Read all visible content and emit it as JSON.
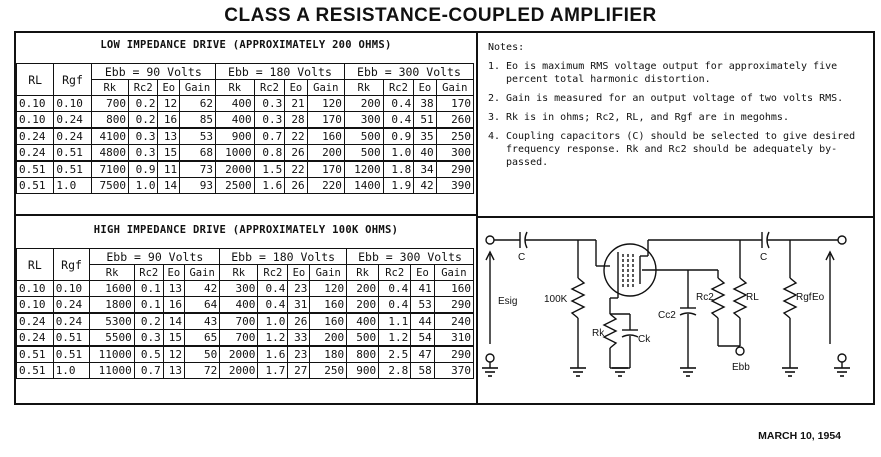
{
  "title": "CLASS A RESISTANCE-COUPLED AMPLIFIER",
  "date": "MARCH 10, 1954",
  "headers": {
    "rl": "RL",
    "rgf": "Rgf",
    "groups": [
      "Ebb = 90 Volts",
      "Ebb = 180 Volts",
      "Ebb = 300 Volts"
    ],
    "sub": [
      "Rk",
      "Rc2",
      "Eo",
      "Gain"
    ]
  },
  "low": {
    "caption": "LOW IMPEDANCE DRIVE (APPROXIMATELY 200 OHMS)",
    "rows": [
      [
        "0.10",
        "0.10",
        "700",
        "0.2",
        "12",
        "62",
        "400",
        "0.3",
        "21",
        "120",
        "200",
        "0.4",
        "38",
        "170"
      ],
      [
        "0.10",
        "0.24",
        "800",
        "0.2",
        "16",
        "85",
        "400",
        "0.3",
        "28",
        "170",
        "300",
        "0.4",
        "51",
        "260"
      ],
      [
        "0.24",
        "0.24",
        "4100",
        "0.3",
        "13",
        "53",
        "900",
        "0.7",
        "22",
        "160",
        "500",
        "0.9",
        "35",
        "250"
      ],
      [
        "0.24",
        "0.51",
        "4800",
        "0.3",
        "15",
        "68",
        "1000",
        "0.8",
        "26",
        "200",
        "500",
        "1.0",
        "40",
        "300"
      ],
      [
        "0.51",
        "0.51",
        "7100",
        "0.9",
        "11",
        "73",
        "2000",
        "1.5",
        "22",
        "170",
        "1200",
        "1.8",
        "34",
        "290"
      ],
      [
        "0.51",
        "1.0",
        "7500",
        "1.0",
        "14",
        "93",
        "2500",
        "1.6",
        "26",
        "220",
        "1400",
        "1.9",
        "42",
        "390"
      ]
    ]
  },
  "high": {
    "caption": "HIGH IMPEDANCE DRIVE (APPROXIMATELY 100K OHMS)",
    "rows": [
      [
        "0.10",
        "0.10",
        "1600",
        "0.1",
        "13",
        "42",
        "300",
        "0.4",
        "23",
        "120",
        "200",
        "0.4",
        "41",
        "160"
      ],
      [
        "0.10",
        "0.24",
        "1800",
        "0.1",
        "16",
        "64",
        "400",
        "0.4",
        "31",
        "160",
        "200",
        "0.4",
        "53",
        "290"
      ],
      [
        "0.24",
        "0.24",
        "5300",
        "0.2",
        "14",
        "43",
        "700",
        "1.0",
        "26",
        "160",
        "400",
        "1.1",
        "44",
        "240"
      ],
      [
        "0.24",
        "0.51",
        "5500",
        "0.3",
        "15",
        "65",
        "700",
        "1.2",
        "33",
        "200",
        "500",
        "1.2",
        "54",
        "310"
      ],
      [
        "0.51",
        "0.51",
        "11000",
        "0.5",
        "12",
        "50",
        "2000",
        "1.6",
        "23",
        "180",
        "800",
        "2.5",
        "47",
        "290"
      ],
      [
        "0.51",
        "1.0",
        "11000",
        "0.7",
        "13",
        "72",
        "2000",
        "1.7",
        "27",
        "250",
        "900",
        "2.8",
        "58",
        "370"
      ]
    ]
  },
  "notes": {
    "heading": "Notes:",
    "items": [
      {
        "num": "1.",
        "text": "Eo is maximum RMS voltage output for approximately five percent total harmonic distortion."
      },
      {
        "num": "2.",
        "text": "Gain is measured for an output voltage of two volts RMS."
      },
      {
        "num": "3.",
        "text": "Rk is in ohms; Rc2, RL, and Rgf are in megohms."
      },
      {
        "num": "4.",
        "text": "Coupling capacitors (C) should be selected to give desired frequency response. Rk and Rc2 should be adequately by-passed."
      }
    ]
  },
  "schematic": {
    "labels": {
      "c1": "C",
      "c2": "C",
      "esig": "Esig",
      "r100k": "100K",
      "rk": "Rk",
      "cc2": "Cc2",
      "ck": "Ck",
      "rc2": "Rc2",
      "rl": "RL",
      "rgf": "Rgf",
      "eo": "Eo",
      "ebb": "Ebb"
    }
  }
}
